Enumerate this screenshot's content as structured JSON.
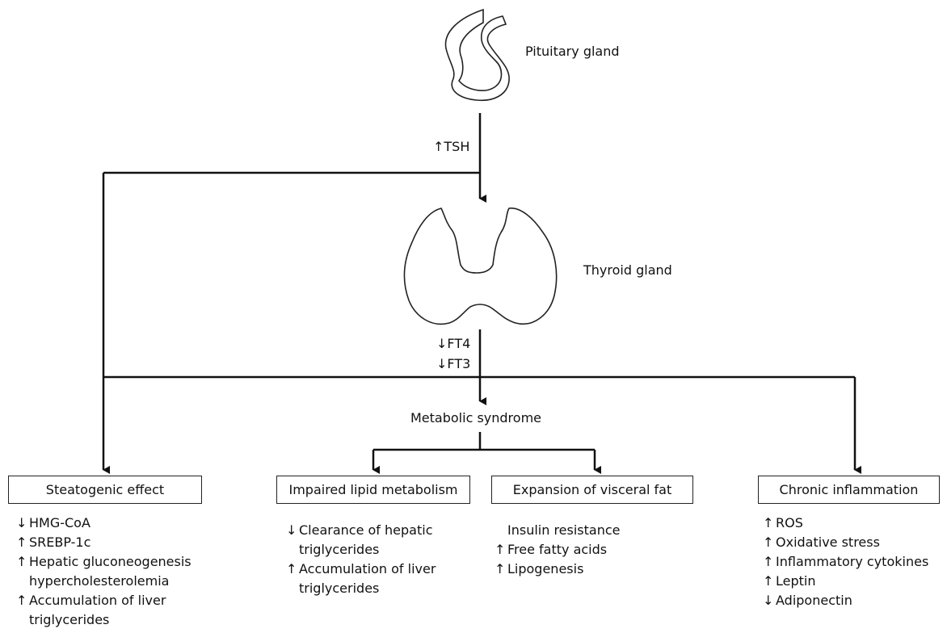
{
  "organs": {
    "pituitary": "Pituitary gland",
    "thyroid": "Thyroid gland"
  },
  "signals": {
    "tsh": "↑TSH",
    "ft4": "↓FT4",
    "ft3": "↓FT3"
  },
  "center": {
    "metabolic_syndrome": "Metabolic syndrome"
  },
  "boxes": {
    "steatogenic": "Steatogenic effect",
    "lipid": "Impaired lipid metabolism",
    "visceral": "Expansion of visceral fat",
    "inflammation": "Chronic inflammation"
  },
  "lists": {
    "steatogenic": [
      {
        "arrow": "↓",
        "text": "HMG-CoA"
      },
      {
        "arrow": "↑",
        "text": "SREBP-1c"
      },
      {
        "arrow": "↑",
        "text": "Hepatic gluconeogenesis"
      },
      {
        "arrow": "",
        "text": "hypercholesterolemia"
      },
      {
        "arrow": "↑",
        "text": "Accumulation of liver"
      },
      {
        "arrow": "",
        "text": "triglycerides"
      }
    ],
    "lipid": [
      {
        "arrow": "↓",
        "text": "Clearance of hepatic"
      },
      {
        "arrow": "",
        "text": "triglycerides"
      },
      {
        "arrow": "↑",
        "text": "Accumulation of liver"
      },
      {
        "arrow": "",
        "text": "triglycerides"
      }
    ],
    "visceral": [
      {
        "arrow": "",
        "text": "Insulin resistance"
      },
      {
        "arrow": "↑",
        "text": "Free fatty acids"
      },
      {
        "arrow": "↑",
        "text": "Lipogenesis"
      }
    ],
    "inflammation": [
      {
        "arrow": "↑",
        "text": "ROS"
      },
      {
        "arrow": "↑",
        "text": "Oxidative stress"
      },
      {
        "arrow": "↑",
        "text": "Inflammatory cytokines"
      },
      {
        "arrow": "↑",
        "text": "Leptin"
      },
      {
        "arrow": "↓",
        "text": "Adiponectin"
      }
    ]
  }
}
